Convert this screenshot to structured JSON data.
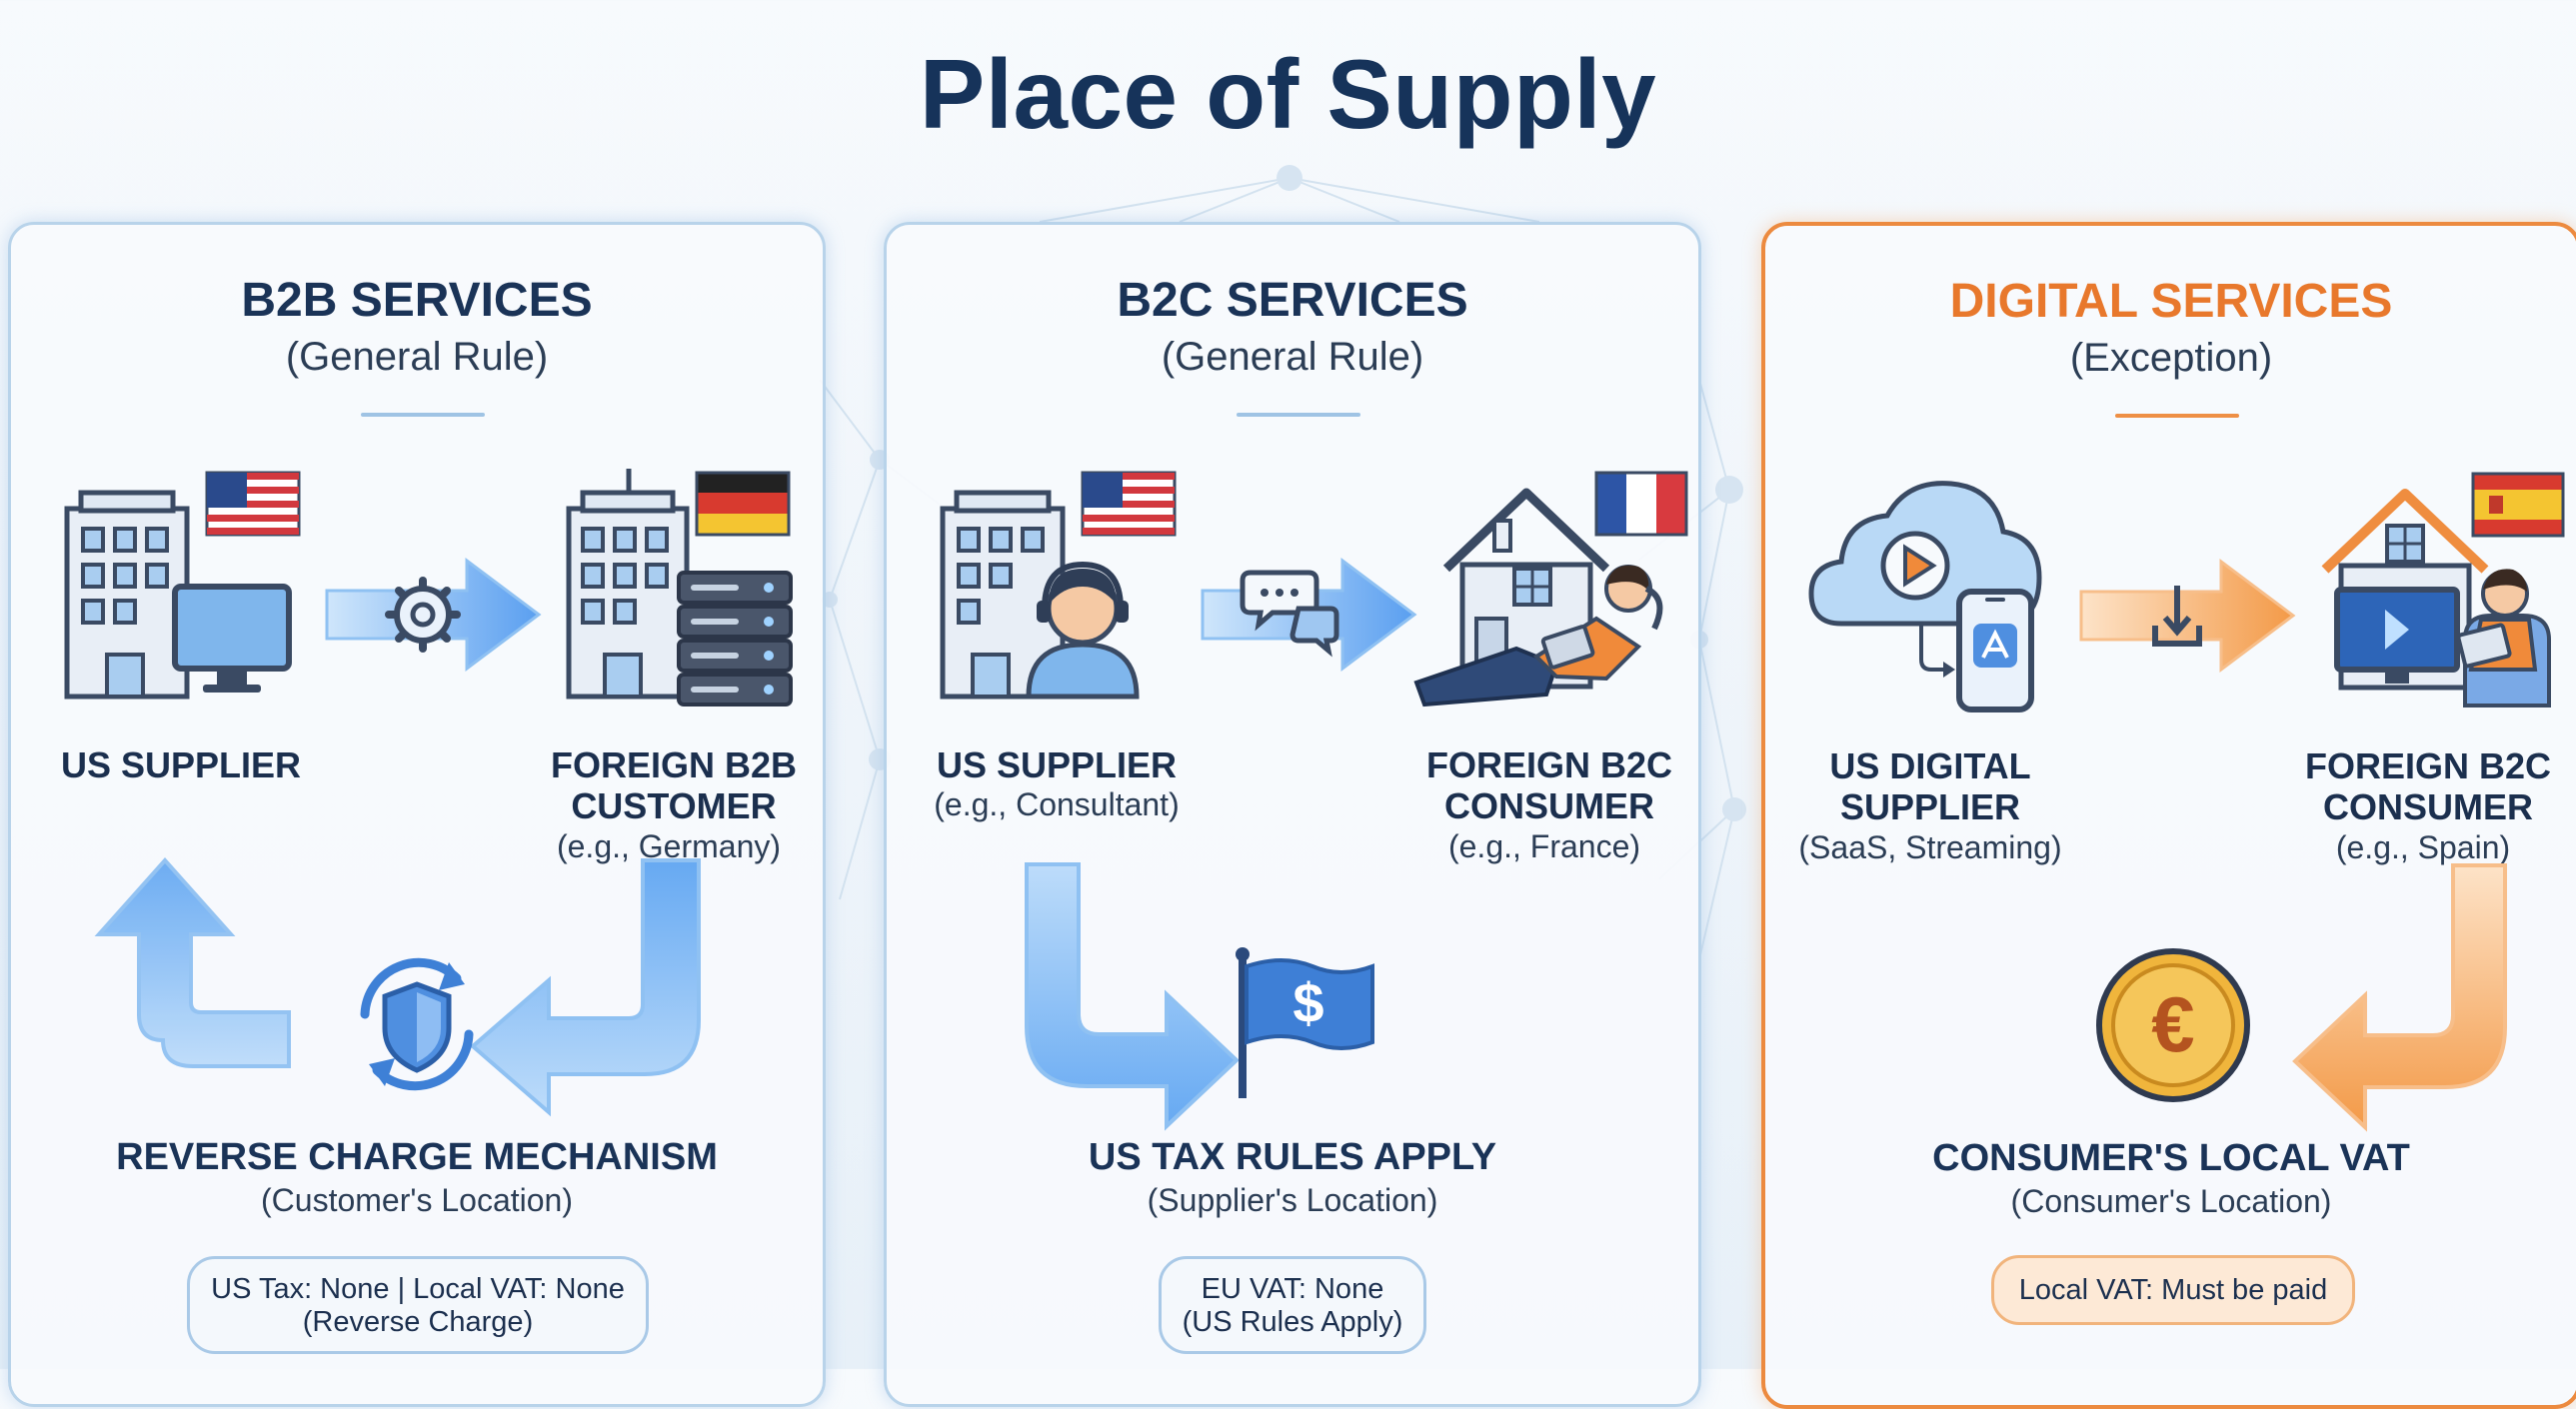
{
  "title": "Place of Supply",
  "panels": [
    {
      "heading": "B2B SERVICES",
      "subheading": "(General Rule)",
      "left_label": "US SUPPLIER",
      "left_sub": "",
      "right_label": "FOREIGN B2B CUSTOMER",
      "right_sub": "(e.g., Germany)",
      "conclusion": "REVERSE CHARGE MECHANISM",
      "conclusion_sub": "(Customer's Location)",
      "note_line1": "US Tax: None | Local VAT: None",
      "note_line2": "(Reverse Charge)"
    },
    {
      "heading": "B2C SERVICES",
      "subheading": "(General Rule)",
      "left_label": "US SUPPLIER",
      "left_sub": "(e.g., Consultant)",
      "right_label": "FOREIGN B2C CONSUMER",
      "right_sub": "(e.g., France)",
      "conclusion": "US TAX RULES APPLY",
      "conclusion_sub": "(Supplier's Location)",
      "note_line1": "EU VAT: None",
      "note_line2": "(US Rules Apply)"
    },
    {
      "heading": "DIGITAL SERVICES",
      "subheading": "(Exception)",
      "left_label": "US DIGITAL SUPPLIER",
      "left_sub": "(SaaS, Streaming)",
      "right_label": "FOREIGN B2C CONSUMER",
      "right_sub": "(e.g., Spain)",
      "conclusion": "CONSUMER'S LOCAL VAT",
      "conclusion_sub": "(Consumer's Location)",
      "note_line1": "Local VAT: Must be paid",
      "note_line2": ""
    }
  ],
  "icons": {
    "b2b_left": "office-building-with-computer-icon",
    "b2b_flow": "gear-arrow-icon",
    "b2b_right": "office-building-with-server-icon",
    "b2b_mechanism": "shield-cycle-icon",
    "b2c_left": "office-building-with-consultant-icon",
    "b2c_flow": "chat-arrow-icon",
    "b2c_right": "house-with-relaxing-person-icon",
    "b2c_mechanism": "dollar-flag-icon",
    "digital_left": "cloud-play-with-phone-icon",
    "digital_flow": "download-arrow-icon",
    "digital_right": "house-with-person-at-tv-icon",
    "digital_mechanism": "euro-coin-icon"
  },
  "colors": {
    "title": "#16335a",
    "blue_accent": "#4a8fe0",
    "orange_accent": "#ec8a3f",
    "panel_border": "#b8d3ea"
  }
}
